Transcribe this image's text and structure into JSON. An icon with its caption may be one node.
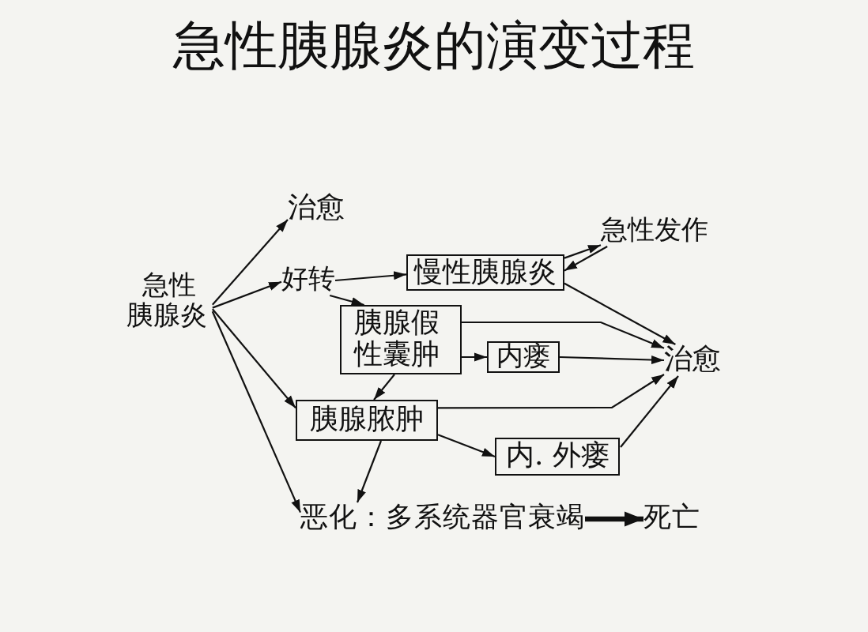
{
  "diagram": {
    "title": "急性胰腺炎的演变过程",
    "nodes": [
      {
        "text": [
          "急性胰腺炎"
        ]
      },
      {
        "text": [
          "治愈"
        ]
      },
      {
        "text": [
          "好转"
        ]
      },
      {
        "text": [
          "慢性胰腺炎"
        ]
      },
      {
        "text": [
          "急性发作"
        ]
      },
      {
        "text": [
          "胰腺假性囊肿"
        ]
      },
      {
        "text": [
          "内瘘"
        ]
      },
      {
        "text": [
          "治愈"
        ]
      },
      {
        "text": [
          "胰腺脓肿"
        ]
      },
      {
        "text": [
          "内. 外瘘"
        ]
      },
      {
        "text": [
          "恶化：多系统器官衰竭"
        ]
      },
      {
        "text": [
          "死亡"
        ]
      }
    ],
    "edges": [
      {
        "from": 0,
        "to": 1,
        "arrow": "to"
      },
      {
        "from": 0,
        "to": 2,
        "arrow": "to"
      },
      {
        "from": 0,
        "to": 8,
        "arrow": "to"
      },
      {
        "from": 0,
        "to": 10,
        "arrow": "to"
      },
      {
        "from": 2,
        "to": 3,
        "arrow": "to"
      },
      {
        "from": 2,
        "to": 5,
        "arrow": "to"
      },
      {
        "from": 3,
        "to": 4,
        "arrow": "to"
      },
      {
        "from": 4,
        "to": 3,
        "arrow": "to"
      },
      {
        "from": 3,
        "to": 7,
        "arrow": "to"
      },
      {
        "from": 5,
        "to": 7,
        "arrow": "to"
      },
      {
        "from": 5,
        "to": 6,
        "arrow": "to"
      },
      {
        "from": 6,
        "to": 7,
        "arrow": "to"
      },
      {
        "from": 5,
        "to": 8,
        "arrow": "to"
      },
      {
        "from": 8,
        "to": 7,
        "arrow": "to"
      },
      {
        "from": 8,
        "to": 9,
        "arrow": "to"
      },
      {
        "from": 9,
        "to": 7,
        "arrow": "to"
      },
      {
        "from": 8,
        "to": 10,
        "arrow": "to"
      },
      {
        "from": 10,
        "to": 11,
        "arrow": "to",
        "style": "thick"
      }
    ]
  }
}
